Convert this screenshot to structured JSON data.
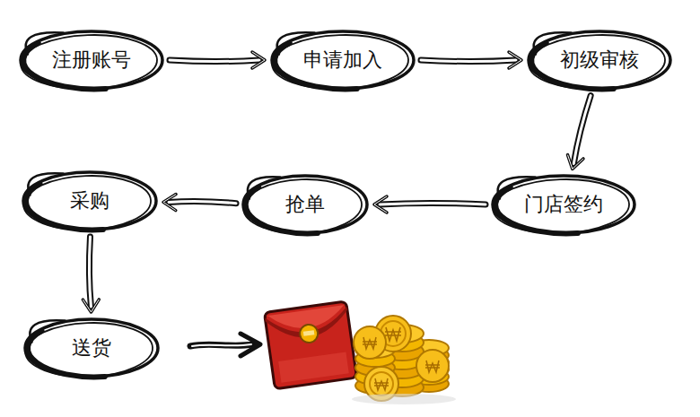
{
  "diagram": {
    "nodes": [
      {
        "text": [
          "注册账号"
        ]
      },
      {
        "text": [
          "申请加入"
        ]
      },
      {
        "text": [
          "初级审核"
        ]
      },
      {
        "text": [
          "门店签约"
        ]
      },
      {
        "text": [
          "抢单"
        ]
      },
      {
        "text": [
          "采购"
        ]
      },
      {
        "text": [
          "送货"
        ]
      }
    ],
    "edges": [
      {
        "from": 0,
        "to": 1,
        "arrow": "to"
      },
      {
        "from": 1,
        "to": 2,
        "arrow": "to"
      },
      {
        "from": 2,
        "to": 3,
        "arrow": "to"
      },
      {
        "from": 3,
        "to": 4,
        "arrow": "to"
      },
      {
        "from": 4,
        "to": 5,
        "arrow": "to"
      },
      {
        "from": 5,
        "to": 6,
        "arrow": "to"
      }
    ]
  }
}
